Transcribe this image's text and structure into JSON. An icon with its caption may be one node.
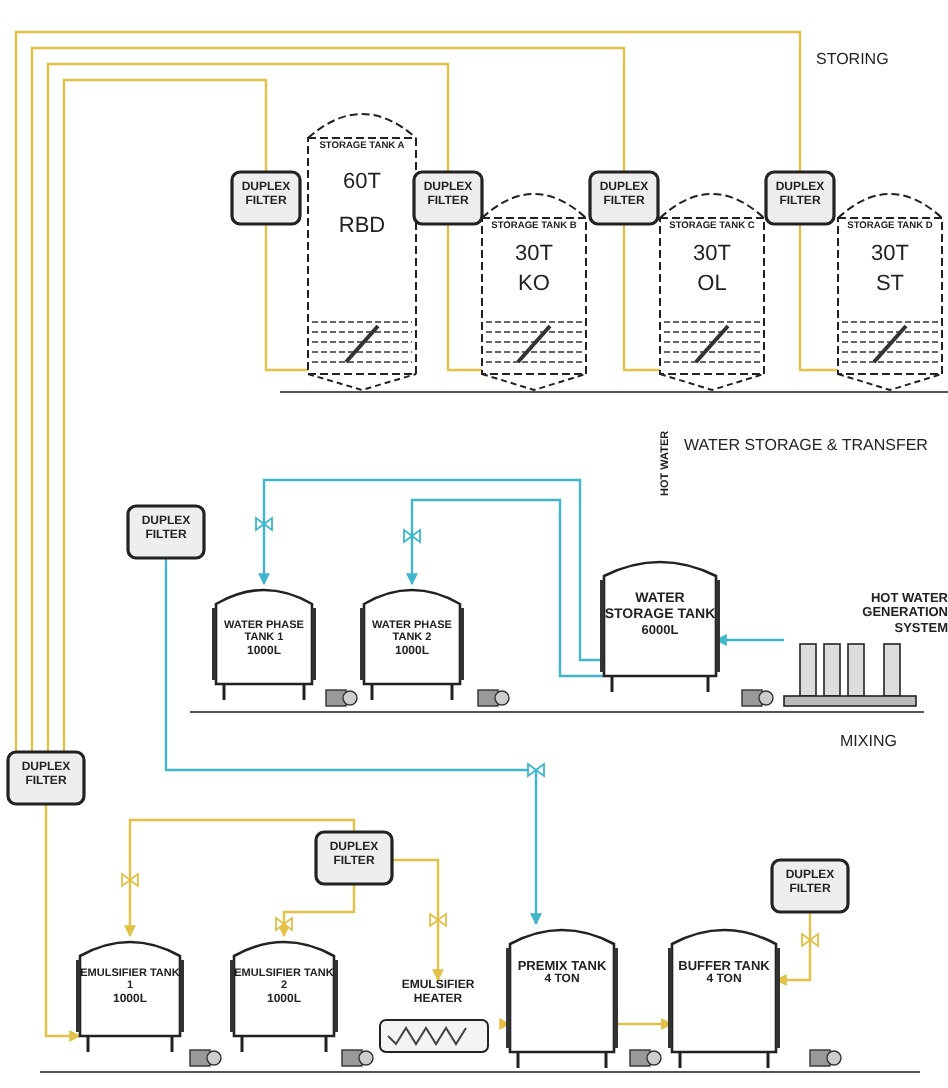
{
  "diagram": {
    "nodes": [
      {
        "text": [
          "STORAGE TANK A",
          "60T",
          "RBD"
        ]
      },
      {
        "text": [
          "STORAGE TANK B",
          "30T",
          "KO"
        ]
      },
      {
        "text": [
          "STORAGE TANK C",
          "30T",
          "OL"
        ]
      },
      {
        "text": [
          "STORAGE TANK D",
          "30T",
          "ST"
        ]
      },
      {
        "text": [
          "DUPLEX FILTER"
        ]
      },
      {
        "text": [
          "DUPLEX FILTER"
        ]
      },
      {
        "text": [
          "DUPLEX FILTER"
        ]
      },
      {
        "text": [
          "DUPLEX FILTER"
        ]
      },
      {
        "text": [
          "DUPLEX FILTER"
        ]
      },
      {
        "text": [
          "WATER PHASE TANK 1",
          "1000L"
        ]
      },
      {
        "text": [
          "WATER PHASE TANK 2",
          "1000L"
        ]
      },
      {
        "text": [
          "WATER STORAGE TANK",
          "6000L"
        ]
      },
      {
        "text": [
          "HOT WATER GENERATION SYSTEM"
        ]
      },
      {
        "text": [
          "DUPLEX FILTER"
        ]
      },
      {
        "text": [
          "EMULSIFIER TANK 1",
          "1000L"
        ]
      },
      {
        "text": [
          "EMULSIFIER TANK 2",
          "1000L"
        ]
      },
      {
        "text": [
          "DUPLEX FILTER"
        ]
      },
      {
        "text": [
          "EMULSIFIER HEATER"
        ]
      },
      {
        "text": [
          "PREMIX TANK",
          "4 TON"
        ]
      },
      {
        "text": [
          "BUFFER TANK",
          "4 TON"
        ]
      },
      {
        "text": [
          "DUPLEX FILTER"
        ]
      }
    ],
    "edges": [
      {
        "from": 13,
        "to": 4,
        "arrow": "none"
      },
      {
        "from": 13,
        "to": 5,
        "arrow": "none"
      },
      {
        "from": 13,
        "to": 6,
        "arrow": "none"
      },
      {
        "from": 13,
        "to": 7,
        "arrow": "none"
      },
      {
        "from": 4,
        "to": 0,
        "arrow": "none"
      },
      {
        "from": 5,
        "to": 1,
        "arrow": "none"
      },
      {
        "from": 6,
        "to": 2,
        "arrow": "none"
      },
      {
        "from": 7,
        "to": 3,
        "arrow": "none"
      },
      {
        "from": 8,
        "to": 18,
        "arrow": "to",
        "color": "#3fb6cc"
      },
      {
        "from": 11,
        "to": 9,
        "arrow": "to",
        "color": "#3fb6cc"
      },
      {
        "from": 11,
        "to": 10,
        "arrow": "to",
        "color": "#3fb6cc"
      },
      {
        "from": 12,
        "to": 11,
        "arrow": "to",
        "color": "#3fb6cc"
      },
      {
        "from": 13,
        "to": 14,
        "arrow": "to"
      },
      {
        "from": 16,
        "to": 14,
        "arrow": "to"
      },
      {
        "from": 16,
        "to": 15,
        "arrow": "to"
      },
      {
        "from": 16,
        "to": 17,
        "arrow": "to"
      },
      {
        "from": 17,
        "to": 18,
        "arrow": "to"
      },
      {
        "from": 18,
        "to": 19,
        "arrow": "to"
      },
      {
        "from": 20,
        "to": 19,
        "arrow": "to"
      }
    ],
    "labels": [
      "STORING",
      "WATER STORAGE & TRANSFER",
      "HOT WATER",
      "MIXING"
    ]
  }
}
